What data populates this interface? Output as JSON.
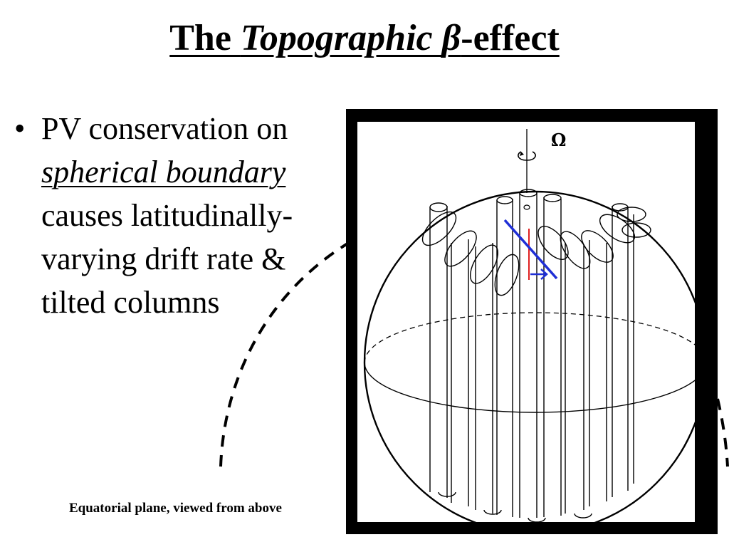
{
  "title": {
    "prefix": "The ",
    "italic": "Topographic ",
    "symbol": "β",
    "suffix": "-effect"
  },
  "bullet": {
    "marker": "•",
    "line1": "PV conservation on",
    "line2": "spherical boundary",
    "line3": "causes latitudinally-",
    "line4": "varying drift rate &",
    "line5": "tilted columns"
  },
  "figure": {
    "rotation_label": "Ω"
  },
  "caption": "Equatorial plane, viewed from above",
  "colors": {
    "tilt_line": "#1f2fd6",
    "vertical_marker": "#e02020",
    "frame": "#000000"
  }
}
